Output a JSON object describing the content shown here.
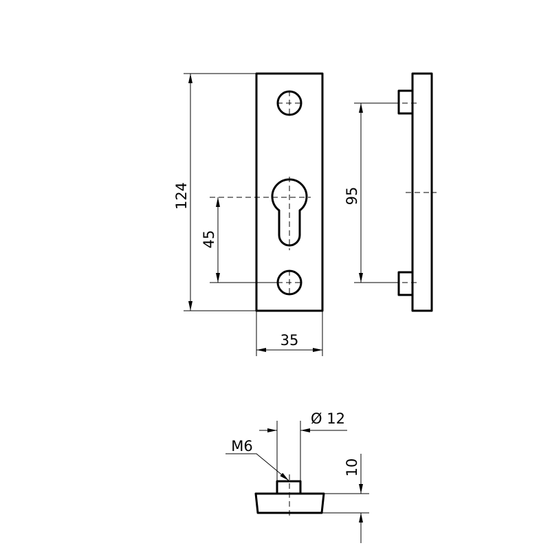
{
  "drawing": {
    "front_view": {
      "height_dim": "124",
      "hole_to_cylinder_dim": "45",
      "width_dim": "35"
    },
    "side_view": {
      "hole_spacing_dim": "95"
    },
    "bottom_view": {
      "diameter_dim": "Ø 12",
      "thread_label": "M6",
      "height_dim": "10"
    },
    "colors": {
      "line": "#000000",
      "background": "#ffffff"
    }
  }
}
